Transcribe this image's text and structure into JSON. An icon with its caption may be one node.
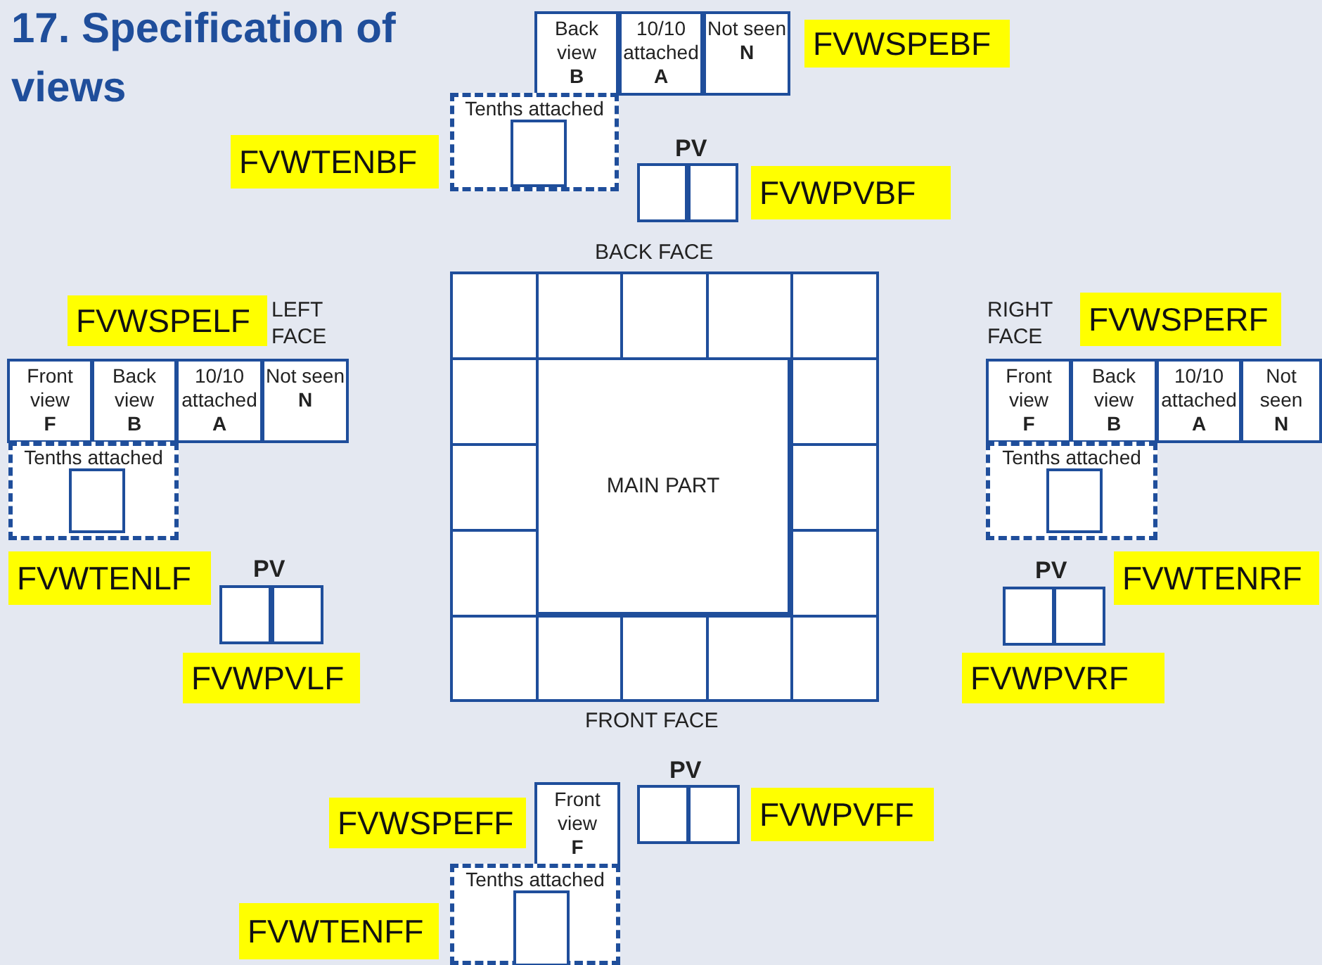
{
  "diagram": {
    "title": "17. Specification of views",
    "nodes": [
      {
        "text": [
          "Back view",
          "B"
        ]
      },
      {
        "text": [
          "10/10 attached",
          "A"
        ]
      },
      {
        "text": [
          "Not seen",
          "N"
        ]
      },
      {
        "text": [
          "FVWSPEBF"
        ]
      },
      {
        "text": [
          "Tenths attached"
        ]
      },
      {
        "text": [],
        "shape": "box",
        "in": 4
      },
      {
        "text": [
          "FVWTENBF"
        ]
      },
      {
        "text": [],
        "shape": "box"
      },
      {
        "text": [],
        "shape": "box"
      },
      {
        "text": [
          "FVWPVBF"
        ]
      },
      {
        "text": [
          "Front view",
          "F"
        ]
      },
      {
        "text": [
          "Back view",
          "B"
        ]
      },
      {
        "text": [
          "10/10 attached",
          "A"
        ]
      },
      {
        "text": [
          "Not seen",
          "N"
        ]
      },
      {
        "text": [
          "FVWSPELF"
        ]
      },
      {
        "text": [
          "Tenths attached"
        ]
      },
      {
        "text": [],
        "shape": "box",
        "in": 15
      },
      {
        "text": [
          "FVWTENLF"
        ]
      },
      {
        "text": [],
        "shape": "box"
      },
      {
        "text": [],
        "shape": "box"
      },
      {
        "text": [
          "FVWPVLF"
        ]
      },
      {
        "text": [
          "Front view",
          "F"
        ]
      },
      {
        "text": [
          "Back view",
          "B"
        ]
      },
      {
        "text": [
          "10/10 attached",
          "A"
        ]
      },
      {
        "text": [
          "Not seen",
          "N"
        ]
      },
      {
        "text": [
          "FVWSPERF"
        ]
      },
      {
        "text": [
          "Tenths attached"
        ]
      },
      {
        "text": [],
        "shape": "box",
        "in": 26
      },
      {
        "text": [
          "FVWTENRF"
        ]
      },
      {
        "text": [],
        "shape": "box"
      },
      {
        "text": [],
        "shape": "box"
      },
      {
        "text": [
          "FVWPVRF"
        ]
      },
      {
        "text": [],
        "shape": "box"
      },
      {
        "text": [],
        "shape": "box"
      },
      {
        "text": [],
        "shape": "box"
      },
      {
        "text": [],
        "shape": "box"
      },
      {
        "text": [],
        "shape": "box"
      },
      {
        "text": [],
        "shape": "box"
      },
      {
        "text": [
          "MAIN PART"
        ]
      },
      {
        "text": [],
        "shape": "box"
      },
      {
        "text": [],
        "shape": "box"
      },
      {
        "text": [],
        "shape": "box"
      },
      {
        "text": [],
        "shape": "box"
      },
      {
        "text": [],
        "shape": "box"
      },
      {
        "text": [],
        "shape": "box"
      },
      {
        "text": [],
        "shape": "box"
      },
      {
        "text": [],
        "shape": "box"
      },
      {
        "text": [],
        "shape": "box"
      },
      {
        "text": [],
        "shape": "box"
      },
      {
        "text": [
          "FVWSPEFF"
        ]
      },
      {
        "text": [
          "Front view",
          "F"
        ]
      },
      {
        "text": [],
        "shape": "box"
      },
      {
        "text": [],
        "shape": "box"
      },
      {
        "text": [
          "FVWPVFF"
        ]
      },
      {
        "text": [
          "Tenths attached"
        ]
      },
      {
        "text": [],
        "shape": "box",
        "in": 54
      },
      {
        "text": [
          "FVWTENFF"
        ]
      }
    ],
    "labels": [
      "PV",
      "BACK FACE",
      "LEFT FACE",
      "RIGHT FACE",
      "PV",
      "PV",
      "FRONT FACE",
      "PV"
    ]
  }
}
